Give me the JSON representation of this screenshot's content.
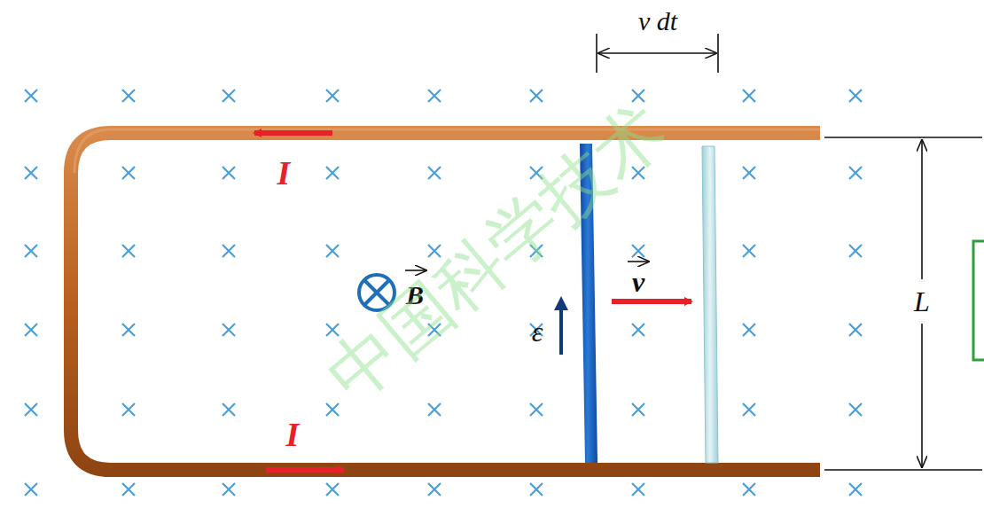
{
  "diagram": {
    "labels": [
      "v dt",
      "I",
      "I",
      "B",
      "ε",
      "v",
      "L",
      "中国科学技术"
    ]
  }
}
